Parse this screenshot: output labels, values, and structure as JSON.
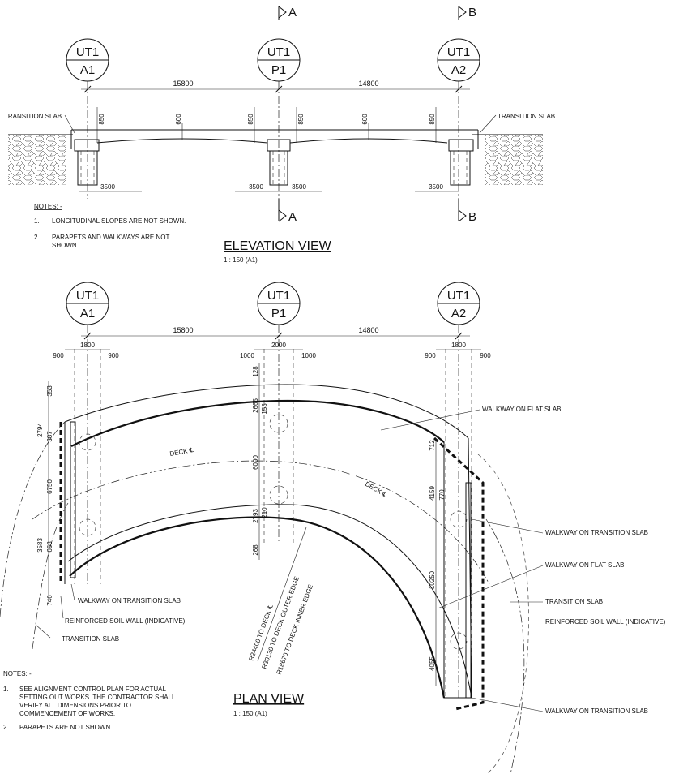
{
  "grid_lines": [
    {
      "top": "UT1",
      "bottom": "A1"
    },
    {
      "top": "UT1",
      "bottom": "P1"
    },
    {
      "top": "UT1",
      "bottom": "A2"
    }
  ],
  "elevation": {
    "title": "ELEVATION VIEW",
    "scale": "1 : 150 (A1)",
    "span_1": "15800",
    "span_2": "14800",
    "depths": [
      "850",
      "600",
      "850",
      "850",
      "600",
      "850"
    ],
    "lengths": [
      "3500",
      "3500",
      "3500",
      "3500"
    ],
    "transition_slab_left": "TRANSITION SLAB",
    "transition_slab_right": "TRANSITION SLAB",
    "section_a": "A",
    "section_b": "B",
    "notes_heading": "NOTES: -",
    "notes": [
      {
        "num": "1.",
        "lines": [
          "LONGITUDINAL SLOPES ARE NOT SHOWN."
        ]
      },
      {
        "num": "2.",
        "lines": [
          "PARAPETS AND WALKWAYS ARE NOT",
          "SHOWN."
        ]
      }
    ]
  },
  "plan": {
    "title": "PLAN VIEW",
    "scale": "1 : 150 (A1)",
    "span_1": "15800",
    "span_2": "14800",
    "top_dims": {
      "a1": [
        "900",
        "1800",
        "900"
      ],
      "p1": [
        "1000",
        "2000",
        "1000"
      ],
      "a2": [
        "900",
        "1800",
        "900"
      ]
    },
    "left_dims": [
      "353",
      "2794",
      "387",
      "6750",
      "3583",
      "658",
      "746"
    ],
    "center_dims": [
      "128",
      "2665",
      "153",
      "6000",
      "2793",
      "210",
      "268"
    ],
    "right_dims": [
      "712",
      "4159",
      "770",
      "10250",
      "4055"
    ],
    "deck_cl": "DECK ℄",
    "radii": [
      "R24400 TO DECK ℄",
      "R30130 TO DECK OUTER EDGE",
      "R18670 TO DECK INNER EDGE"
    ],
    "labels": {
      "walkway_flat_top": "WALKWAY ON FLAT SLAB",
      "walkway_transition_right": "WALKWAY ON TRANSITION SLAB",
      "walkway_flat_right": "WALKWAY ON FLAT SLAB",
      "transition_slab_right": "TRANSITION SLAB",
      "rsw_right": "REINFORCED SOIL WALL (INDICATIVE)",
      "walkway_transition_bottom": "WALKWAY ON TRANSITION SLAB",
      "walkway_transition_left": "WALKWAY ON TRANSITION SLAB",
      "rsw_left": "REINFORCED SOIL WALL (INDICATIVE)",
      "transition_slab_left": "TRANSITION SLAB"
    },
    "notes_heading": "NOTES: -",
    "notes": [
      {
        "num": "1.",
        "lines": [
          "SEE ALIGNMENT CONTROL PLAN FOR ACTUAL",
          "SETTING OUT WORKS. THE CONTRACTOR SHALL",
          "VERIFY ALL DIMENSIONS PRIOR TO",
          "COMMENCEMENT OF WORKS."
        ]
      },
      {
        "num": "2.",
        "lines": [
          "PARAPETS ARE NOT SHOWN."
        ]
      }
    ]
  }
}
